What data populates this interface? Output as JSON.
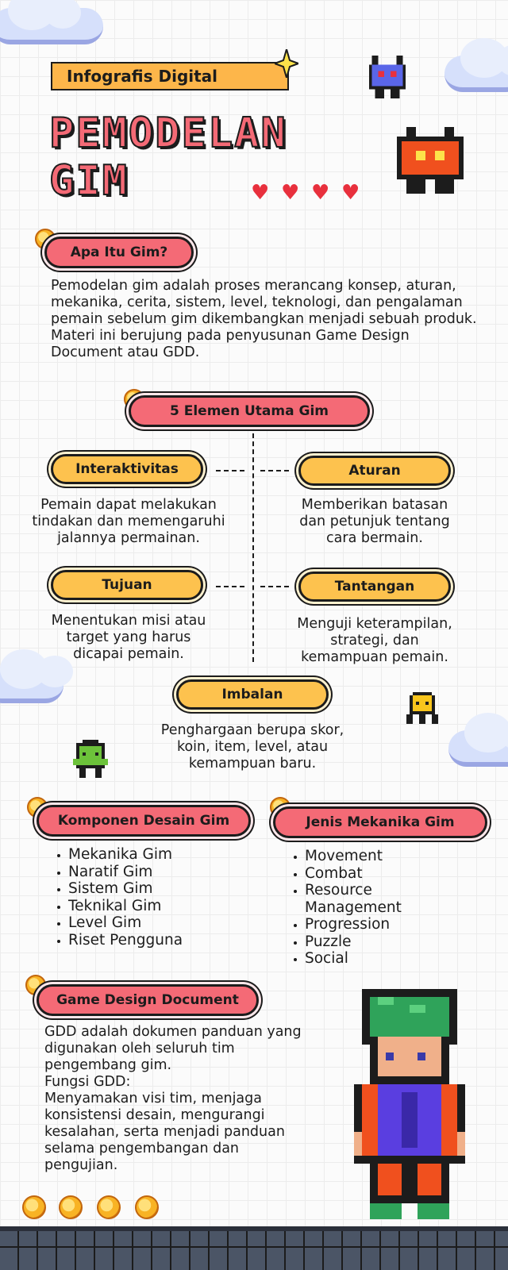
{
  "header": {
    "tag": "Infografis Digital",
    "title_line1": "PEMODELAN",
    "title_line2": "GIM"
  },
  "intro": {
    "heading": "Apa Itu Gim?",
    "text": "Pemodelan gim adalah proses merancang konsep, aturan, mekanika, cerita, sistem, level, teknologi, dan pengalaman pemain sebelum gim dikembangkan menjadi sebuah produk. Materi ini berujung pada penyusunan Game Design Document atau GDD."
  },
  "elements": {
    "heading": "5 Elemen Utama Gim",
    "items": [
      {
        "label": "Interaktivitas",
        "desc": "Pemain dapat melakukan tindakan dan memengaruhi jalannya permainan."
      },
      {
        "label": "Aturan",
        "desc": "Memberikan batasan dan petunjuk tentang cara bermain."
      },
      {
        "label": "Tujuan",
        "desc": "Menentukan misi atau target yang harus dicapai pemain."
      },
      {
        "label": "Tantangan",
        "desc": "Menguji keterampilan, strategi, dan kemampuan pemain."
      },
      {
        "label": "Imbalan",
        "desc": "Penghargaan berupa skor, koin, item, level, atau kemampuan baru."
      }
    ]
  },
  "components": {
    "heading": "Komponen Desain Gim",
    "items": [
      "Mekanika Gim",
      "Naratif Gim",
      "Sistem Gim",
      "Teknikal Gim",
      "Level Gim",
      "Riset Pengguna"
    ]
  },
  "mechanics": {
    "heading": "Jenis Mekanika Gim",
    "items": [
      "Movement",
      "Combat",
      "Resource Management",
      "Progression",
      "Puzzle",
      "Social"
    ]
  },
  "gdd": {
    "heading": "Game Design Document",
    "text1": "GDD adalah dokumen panduan yang digunakan oleh seluruh tim pengembang gim.",
    "text2": "Fungsi GDD:",
    "text3": "Menyamakan visi tim, menjaga konsistensi desain, mengurangi kesalahan, serta menjadi panduan selama pengembangan dan pengujian."
  },
  "colors": {
    "pink": "#f46a76",
    "yellow": "#fdc24e",
    "orange": "#fdb64a",
    "ink": "#1c1c1c"
  },
  "decor": {
    "hearts": 4,
    "coins_bottom": 4
  }
}
